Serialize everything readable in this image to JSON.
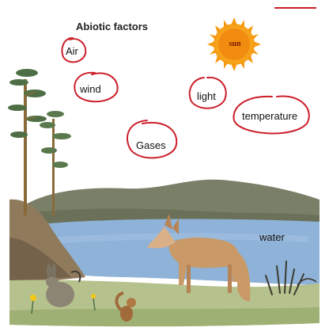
{
  "title": "Abiotic factors",
  "sun_label": "sun",
  "factors": {
    "air": "Air",
    "wind": "wind",
    "light": "light",
    "temperature": "temperature",
    "gases": "Gases",
    "water": "water"
  },
  "colors": {
    "circle": "#cc1f2a",
    "sun": "#f59a12",
    "lake": "#8eb2d8",
    "hills": "#7a8068",
    "ground": "#b6c28e"
  }
}
